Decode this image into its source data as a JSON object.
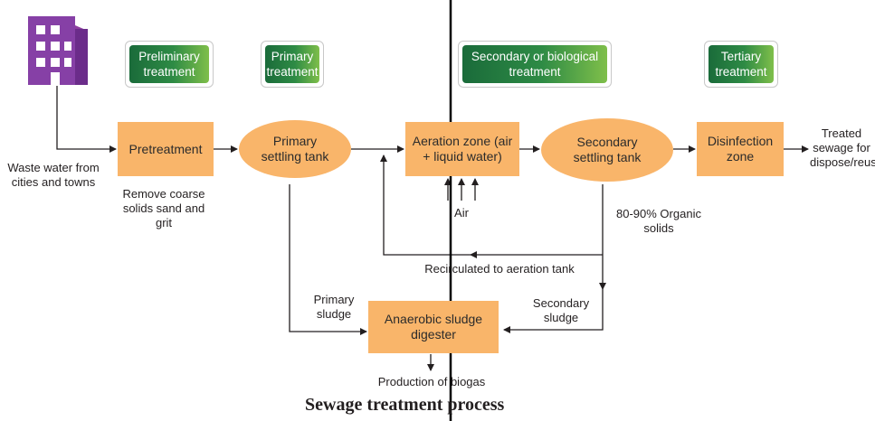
{
  "title": "Sewage treatment process",
  "stages": {
    "preliminary": "Preliminary treatment",
    "primary": "Primary treatment",
    "secondary": "Secondary or biological treatment",
    "tertiary": "Tertiary treatment"
  },
  "nodes": {
    "pretreatment": "Pretreatment",
    "primary_settling": "Primary settling tank",
    "aeration": "Aeration zone (air + liquid water)",
    "secondary_settling": "Secondary settling tank",
    "disinfection": "Disinfection zone",
    "digester": "Anaerobic sludge digester"
  },
  "labels": {
    "waste_water": "Waste water from cities and towns",
    "remove": "Remove coarse solids sand and grit",
    "air": "Air",
    "organic_solids": "80-90% Organic solids",
    "recirculated": "Recirculated to aeration tank",
    "primary_sludge": "Primary sludge",
    "secondary_sludge": "Secondary sludge",
    "biogas": "Production of biogas",
    "treated": "Treated sewage for dispose/reuse"
  },
  "colors": {
    "node_fill": "#f9b56a",
    "stage_gradient_start": "#1a6b3a",
    "stage_gradient_end": "#7fbf4a",
    "building": "#8e3fa0"
  },
  "icons": {
    "source": "building-icon"
  }
}
